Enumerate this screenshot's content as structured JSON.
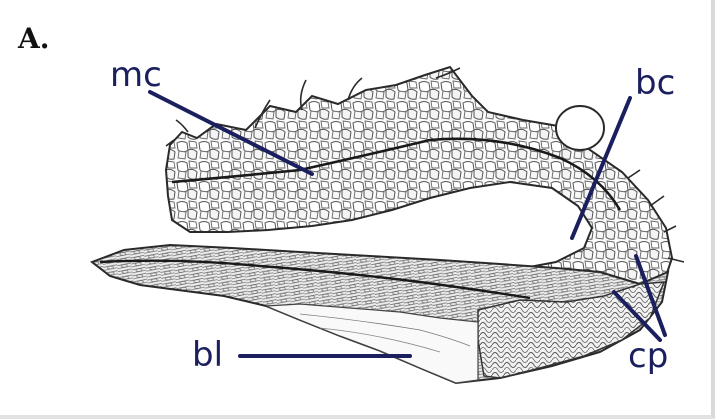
{
  "figure": {
    "panel_label": "A.",
    "labels": {
      "mc": "mc",
      "bc": "bc",
      "bl": "bl",
      "cp": "cp"
    },
    "colors": {
      "background": "#ffffff",
      "label_text": "#1b1f5e",
      "leader_line": "#1b1f5e",
      "tissue_outline": "#2a2a2a",
      "cell_wall": "#555555"
    }
  }
}
